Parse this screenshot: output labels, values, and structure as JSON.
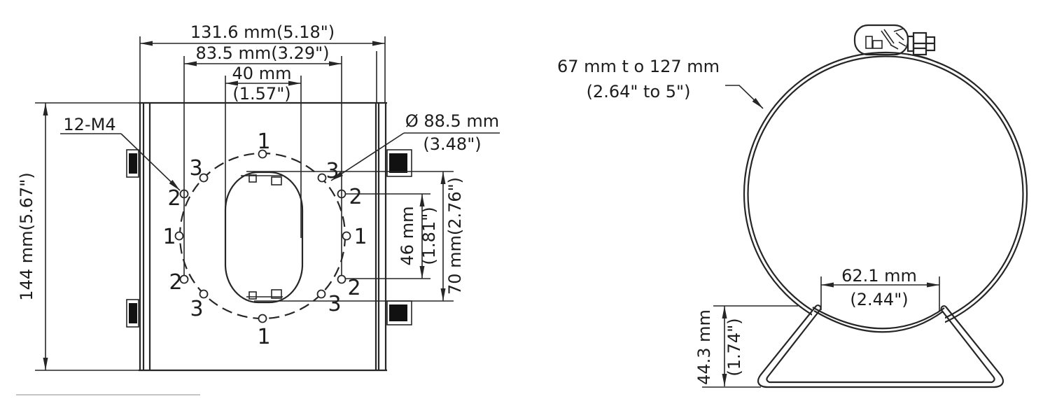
{
  "page": {
    "background": "#ffffff",
    "line_color": "#262626",
    "text_color": "#1d1d1d",
    "faint_line_color": "#c5c5c5"
  },
  "left_view": {
    "dim_width_overall": "131.6 mm(5.18\")",
    "dim_width_holes": "83.5 mm(3.29\")",
    "dim_slot_width_mm": "40 mm",
    "dim_slot_width_in": "(1.57\")",
    "dim_height_overall": "144 mm(5.67\")",
    "label_thread": "12-M4",
    "dim_bolt_circle_mm": "Ø 88.5 mm",
    "dim_bolt_circle_in": "(3.48\")",
    "dim_holes_vertical_mm": "46 mm",
    "dim_holes_vertical_in": "(1.81\")",
    "dim_slot_height": "70 mm(2.76\")",
    "holes": {
      "t1": "1",
      "b1": "1",
      "l1": "1",
      "r1": "1",
      "ul2": "2",
      "ur2": "2",
      "ll2": "2",
      "lr2": "2",
      "ul3": "3",
      "ur3": "3",
      "ll3": "3",
      "lr3": "3"
    }
  },
  "right_view": {
    "dim_clamp_range_mm": "67 mm t o 127 mm",
    "dim_clamp_range_in": "(2.64\" to 5\")",
    "dim_base_width_mm": "62.1 mm",
    "dim_base_width_in": "(2.44\")",
    "dim_base_height_mm": "44.3 mm",
    "dim_base_height_in": "(1.74\")"
  }
}
